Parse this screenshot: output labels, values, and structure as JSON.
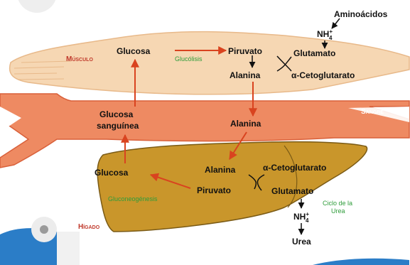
{
  "colors": {
    "muscle": "#f6d7b3",
    "muscle_line": "#e8b98a",
    "blood": "#ee8a62",
    "blood_line": "#d9603a",
    "liver": "#c9962b",
    "liver_line": "#7a5a15",
    "arrow": "#d9431f",
    "label_red": "#c0392b",
    "label_green": "#2e9c3a",
    "text": "#111111"
  },
  "tissues": {
    "muscle": "Músculo",
    "blood": "Sangre",
    "liver": "Hígado"
  },
  "muscle": {
    "glucosa": "Glucosa",
    "glucolisis": "Glucólisis",
    "piruvato": "Piruvato",
    "glutamato": "Glutamato",
    "alanina": "Alanina",
    "cetoglutarato": "α-Cetoglutarato"
  },
  "external": {
    "aminoacidos": "Aminoácidos",
    "nh4": "NH",
    "nh4_charge": "+",
    "nh4_sub": "4"
  },
  "blood": {
    "glucosa_line1": "Glucosa",
    "glucosa_line2": "sanguínea",
    "alanina": "Alanina"
  },
  "liver": {
    "alanina": "Alanina",
    "cetoglutarato": "α-Cetoglutarato",
    "glucosa": "Glucosa",
    "piruvato": "Piruvato",
    "gluconeogenesis": "Gluconeogénesis",
    "glutamato": "Glutamato",
    "ciclo_line1": "Ciclo de la",
    "ciclo_line2": "Urea",
    "nh4": "NH",
    "nh4_charge": "+",
    "nh4_sub": "4",
    "urea": "Urea"
  }
}
